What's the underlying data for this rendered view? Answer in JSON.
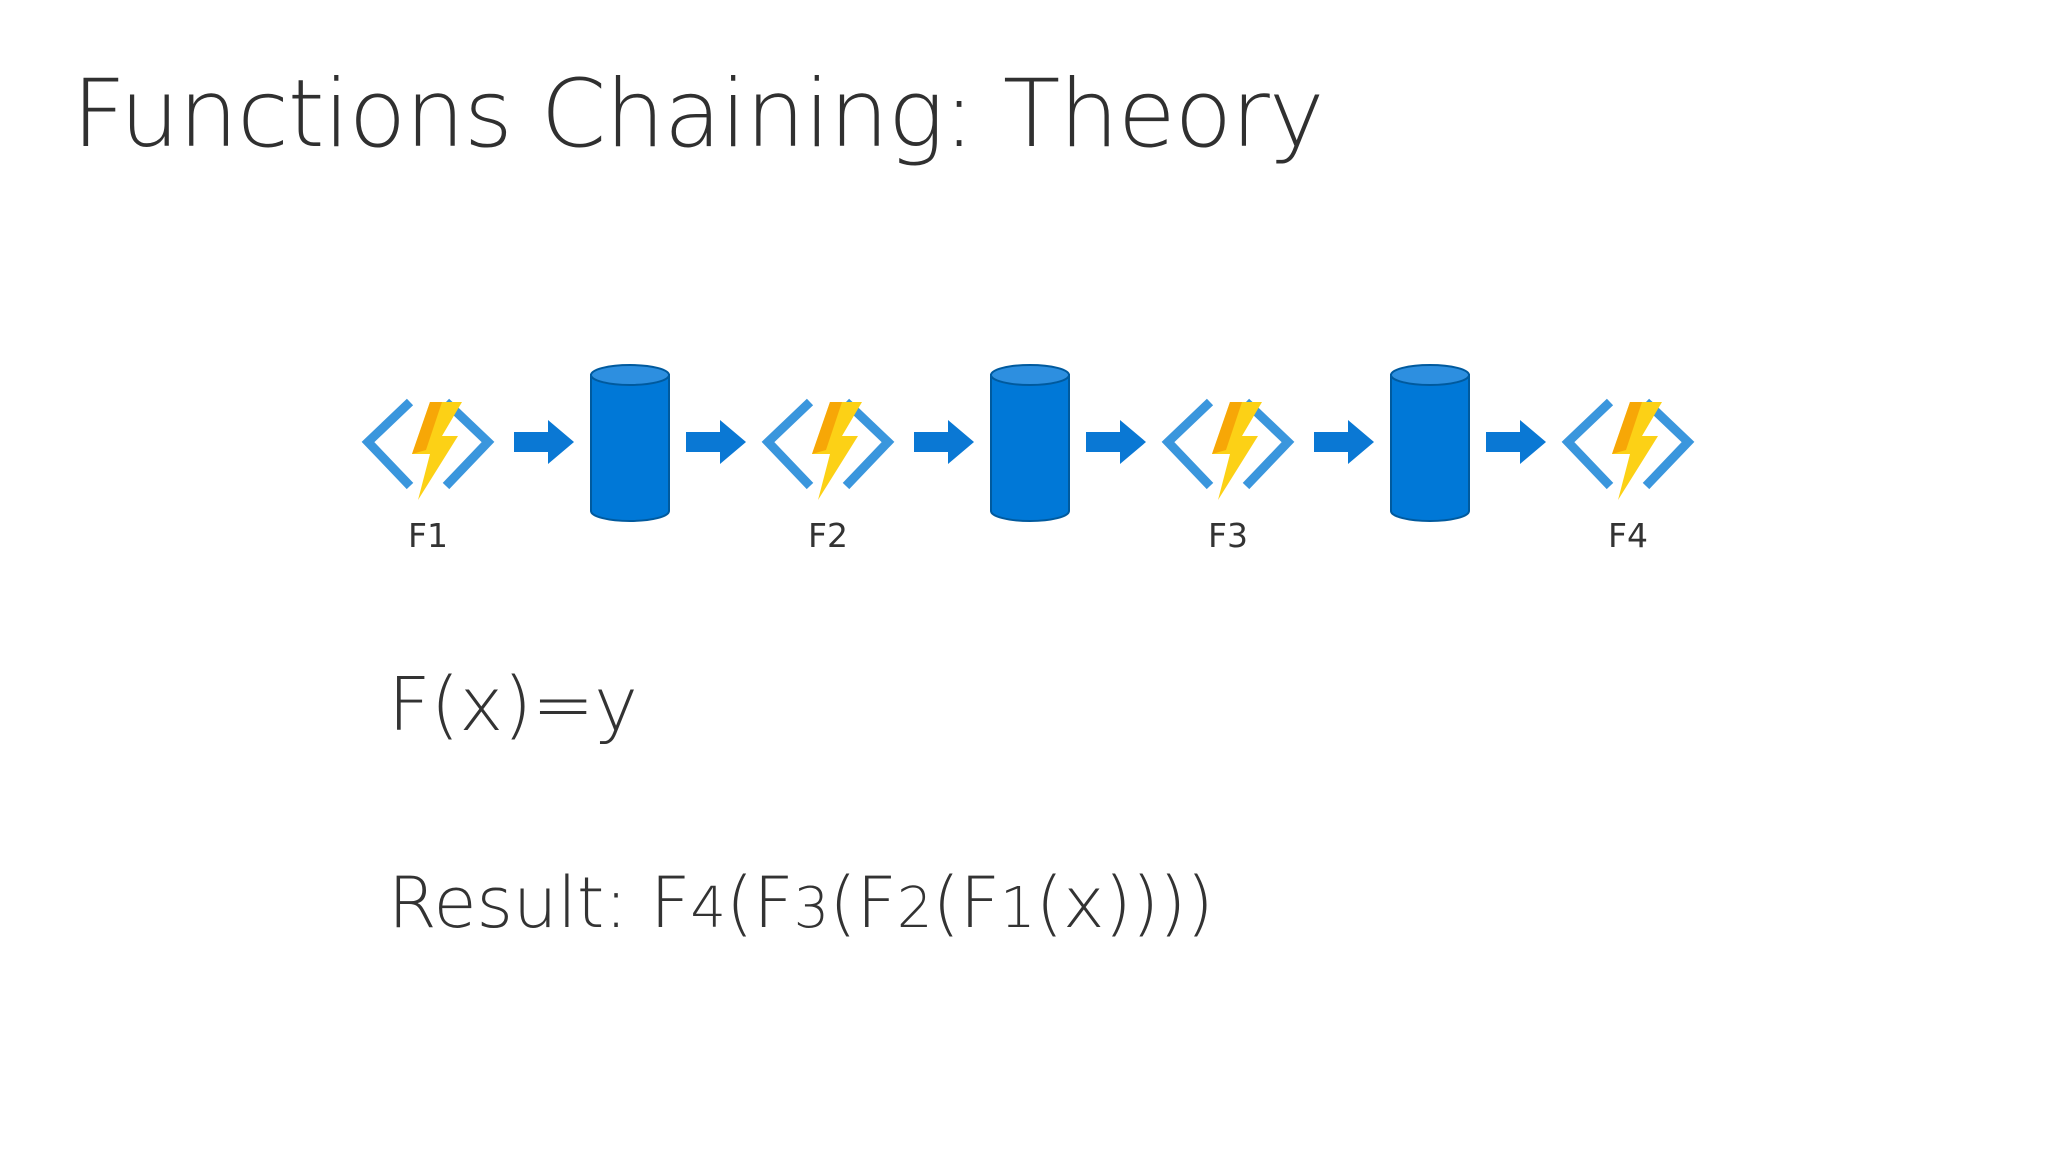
{
  "slide": {
    "title": "Functions Chaining: Theory"
  },
  "diagram": {
    "labels": [
      "F1",
      "F2",
      "F3",
      "F4"
    ],
    "colors": {
      "arrow": "#0A78D4",
      "cylinder_body": "#0078D7",
      "cylinder_top": "#2D8FE0",
      "cylinder_edge": "#005A9E",
      "bracket": "#3A96DD",
      "bolt": "#FCD116",
      "bolt_shade": "#F7A707"
    },
    "icons": [
      "azure-function-icon",
      "storage-cylinder-icon",
      "right-arrow-icon"
    ]
  },
  "formulas": {
    "definition": "F(x)=y",
    "result_prefix": "Result: ",
    "result_parts": [
      {
        "t": "F",
        "s": "4"
      },
      {
        "t": "(F",
        "s": "3"
      },
      {
        "t": "(F",
        "s": "2"
      },
      {
        "t": "(F",
        "s": "1"
      },
      {
        "t": "(x))))",
        "s": ""
      }
    ]
  }
}
